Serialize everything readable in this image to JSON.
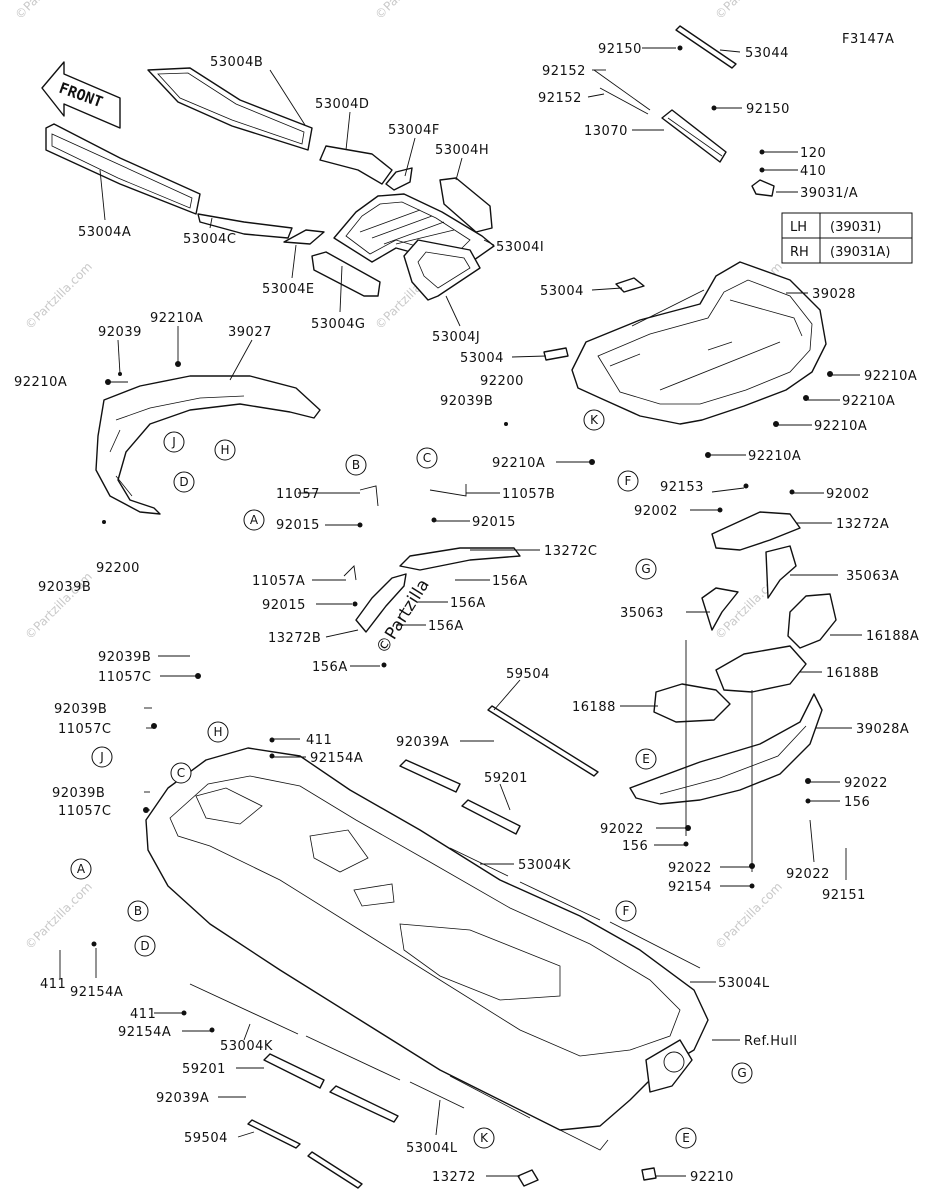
{
  "figure_code": "F3147A",
  "front_arrow_text": "FRONT",
  "watermark_text": "©Partzilla.com",
  "watermark_center_text": "©Partzilla",
  "variant_table": {
    "rows": [
      {
        "side": "LH",
        "part": "(39031)"
      },
      {
        "side": "RH",
        "part": "(39031A)"
      }
    ]
  },
  "part_labels": [
    {
      "id": "53004B",
      "text": "53004B"
    },
    {
      "id": "53004D",
      "text": "53004D"
    },
    {
      "id": "53004F",
      "text": "53004F"
    },
    {
      "id": "53004H",
      "text": "53004H"
    },
    {
      "id": "53004A",
      "text": "53004A"
    },
    {
      "id": "53004C",
      "text": "53004C"
    },
    {
      "id": "53004E",
      "text": "53004E"
    },
    {
      "id": "53004G",
      "text": "53004G"
    },
    {
      "id": "53004I",
      "text": "53004I"
    },
    {
      "id": "53004J",
      "text": "53004J"
    },
    {
      "id": "92150a",
      "text": "92150"
    },
    {
      "id": "53044",
      "text": "53044"
    },
    {
      "id": "92152a",
      "text": "92152"
    },
    {
      "id": "92152b",
      "text": "92152"
    },
    {
      "id": "92150b",
      "text": "92150"
    },
    {
      "id": "13070",
      "text": "13070"
    },
    {
      "id": "120",
      "text": "120"
    },
    {
      "id": "410",
      "text": "410"
    },
    {
      "id": "39031A",
      "text": "39031/A"
    },
    {
      "id": "53004a",
      "text": "53004"
    },
    {
      "id": "39028",
      "text": "39028"
    },
    {
      "id": "53004b",
      "text": "53004"
    },
    {
      "id": "92200a",
      "text": "92200"
    },
    {
      "id": "92039Ba",
      "text": "92039B"
    },
    {
      "id": "92210Aa",
      "text": "92210A"
    },
    {
      "id": "92210Ab",
      "text": "92210A"
    },
    {
      "id": "92210Ac",
      "text": "92210A"
    },
    {
      "id": "92210Ad",
      "text": "92210A"
    },
    {
      "id": "92210Ae",
      "text": "92210A"
    },
    {
      "id": "92039a",
      "text": "92039"
    },
    {
      "id": "92210Af",
      "text": "92210A"
    },
    {
      "id": "39027",
      "text": "39027"
    },
    {
      "id": "92210Ag",
      "text": "92210A"
    },
    {
      "id": "11057",
      "text": "11057"
    },
    {
      "id": "92015a",
      "text": "92015"
    },
    {
      "id": "11057B",
      "text": "11057B"
    },
    {
      "id": "92015b",
      "text": "92015"
    },
    {
      "id": "13272C",
      "text": "13272C"
    },
    {
      "id": "11057A",
      "text": "11057A"
    },
    {
      "id": "92015c",
      "text": "92015"
    },
    {
      "id": "156Aa",
      "text": "156A"
    },
    {
      "id": "156Ab",
      "text": "156A"
    },
    {
      "id": "13272B",
      "text": "13272B"
    },
    {
      "id": "156Ac",
      "text": "156A"
    },
    {
      "id": "156Ad",
      "text": "156A"
    },
    {
      "id": "92039Bb",
      "text": "92039B"
    },
    {
      "id": "92200b",
      "text": "92200"
    },
    {
      "id": "92153",
      "text": "92153"
    },
    {
      "id": "92002a",
      "text": "92002"
    },
    {
      "id": "92002b",
      "text": "92002"
    },
    {
      "id": "13272A",
      "text": "13272A"
    },
    {
      "id": "35063A",
      "text": "35063A"
    },
    {
      "id": "35063",
      "text": "35063"
    },
    {
      "id": "16188A",
      "text": "16188A"
    },
    {
      "id": "16188B",
      "text": "16188B"
    },
    {
      "id": "16188",
      "text": "16188"
    },
    {
      "id": "39028A",
      "text": "39028A"
    },
    {
      "id": "92022a",
      "text": "92022"
    },
    {
      "id": "156a",
      "text": "156"
    },
    {
      "id": "92022b",
      "text": "92022"
    },
    {
      "id": "156b",
      "text": "156"
    },
    {
      "id": "92022c",
      "text": "92022"
    },
    {
      "id": "92154",
      "text": "92154"
    },
    {
      "id": "92022d",
      "text": "92022"
    },
    {
      "id": "92151",
      "text": "92151"
    },
    {
      "id": "59504a",
      "text": "59504"
    },
    {
      "id": "92039Aa",
      "text": "92039A"
    },
    {
      "id": "59201a",
      "text": "59201"
    },
    {
      "id": "53004Ka",
      "text": "53004K"
    },
    {
      "id": "92039Bc",
      "text": "92039B"
    },
    {
      "id": "11057Ca",
      "text": "11057C"
    },
    {
      "id": "92039Bd",
      "text": "92039B"
    },
    {
      "id": "11057Cb",
      "text": "11057C"
    },
    {
      "id": "92039Be",
      "text": "92039B"
    },
    {
      "id": "11057Cc",
      "text": "11057C"
    },
    {
      "id": "411a",
      "text": "411"
    },
    {
      "id": "92154Aa",
      "text": "92154A"
    },
    {
      "id": "411b",
      "text": "411"
    },
    {
      "id": "92154Ab",
      "text": "92154A"
    },
    {
      "id": "411c",
      "text": "411"
    },
    {
      "id": "92154Ac",
      "text": "92154A"
    },
    {
      "id": "53004Kb",
      "text": "53004K"
    },
    {
      "id": "53004La",
      "text": "53004L"
    },
    {
      "id": "RefHull",
      "text": "Ref.Hull"
    },
    {
      "id": "59201b",
      "text": "59201"
    },
    {
      "id": "92039Ab",
      "text": "92039A"
    },
    {
      "id": "59504b",
      "text": "59504"
    },
    {
      "id": "53004Lb",
      "text": "53004L"
    },
    {
      "id": "13272",
      "text": "13272"
    },
    {
      "id": "92210",
      "text": "92210"
    }
  ],
  "callouts": [
    "K",
    "F",
    "J",
    "H",
    "D",
    "B",
    "C",
    "A",
    "G",
    "E",
    "H",
    "C",
    "J",
    "A",
    "B",
    "D",
    "F",
    "G",
    "E",
    "K"
  ]
}
